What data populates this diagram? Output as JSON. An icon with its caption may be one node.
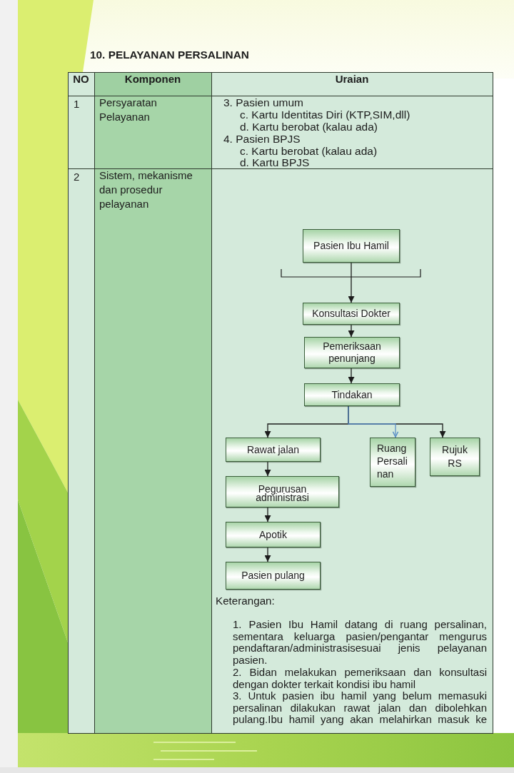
{
  "diagram": {
    "title": "10. PELAYANAN PERSALINAN",
    "nodes": [
      {
        "text": [
          "Pasien Ibu Hamil"
        ]
      },
      {
        "text": [
          "Konsultasi Dokter"
        ]
      },
      {
        "text": [
          "Pemeriksaan penunjang"
        ]
      },
      {
        "text": [
          "Tindakan"
        ]
      },
      {
        "text": [
          "Rawat jalan"
        ]
      },
      {
        "text": [
          "Ruang Persali nan"
        ]
      },
      {
        "text": [
          "Rujuk RS"
        ]
      },
      {
        "text": [
          "Pegurusan administrasi"
        ]
      },
      {
        "text": [
          "Apotik"
        ]
      },
      {
        "text": [
          "Pasien pulang"
        ]
      }
    ],
    "edges": [
      {
        "from": 0,
        "to": 1,
        "arrow": "to"
      },
      {
        "from": 1,
        "to": 2,
        "arrow": "to"
      },
      {
        "from": 2,
        "to": 3,
        "arrow": "to"
      },
      {
        "from": 3,
        "to": 4,
        "arrow": "to"
      },
      {
        "from": 3,
        "to": 5,
        "arrow": "to",
        "color": "#5b8fc7"
      },
      {
        "from": 3,
        "to": 6,
        "arrow": "to"
      },
      {
        "from": 4,
        "to": 7,
        "arrow": "to"
      },
      {
        "from": 7,
        "to": 8,
        "arrow": "to"
      },
      {
        "from": 8,
        "to": 9,
        "arrow": "to"
      }
    ],
    "labels": [
      "NO",
      "Komponen",
      "Uraian",
      "1",
      "Persyaratan Pelayanan",
      "3. Pasien umum",
      "c. Kartu Identitas Diri (KTP,SIM,dll)",
      "d. Kartu berobat (kalau ada)",
      "4. Pasien BPJS",
      "c. Kartu berobat (kalau ada)",
      "d. Kartu BPJS",
      "2",
      "Sistem, mekanisme dan prosedur pelayanan",
      "Keterangan:",
      "1. Pasien Ibu Hamil datang di ruang persalinan, sementara keluarga pasien/pengantar mengurus pendaftaran/administrasisesuai jenis pelayanan pasien.",
      "2. Bidan melakukan pemeriksaan dan konsultasi dengan dokter terkait kondisi ibu hamil",
      "3. Untuk pasien ibu hamil yang belum memasuki persalinan dilakukan rawat jalan dan dibolehkan pulang.Ibu hamil yang akan melahirkan masuk ke"
    ]
  }
}
